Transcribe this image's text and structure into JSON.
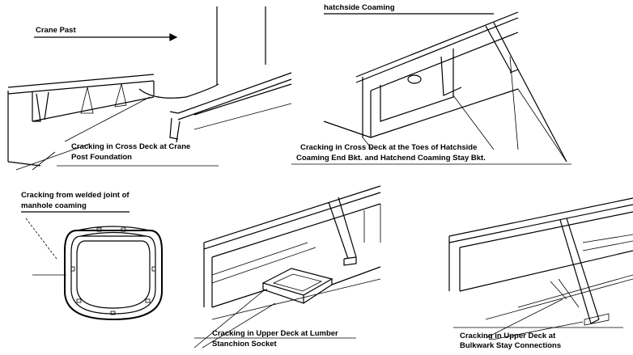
{
  "panels": [
    {
      "id": "crane-post",
      "title": "Crane Past",
      "caption": [
        "Cracking in Cross Deck at Crane",
        "Post Foundation"
      ]
    },
    {
      "id": "hatchside",
      "title": "hatchside Coaming",
      "caption": [
        "Cracking in Cross Deck at the Toes of Hatchside",
        "Coaming End Bkt. and Hatchend Coaming Stay Bkt."
      ]
    },
    {
      "id": "manhole",
      "title": [
        "Cracking from welded joint of",
        "manhole coaming"
      ]
    },
    {
      "id": "lumber",
      "caption": [
        "Cracking in Upper Deck at Lumber",
        "Stanchion Socket"
      ]
    },
    {
      "id": "bulkwark",
      "caption": [
        "Cracking in Upper Deck at",
        "Bulkwark Stay Connections"
      ]
    }
  ]
}
